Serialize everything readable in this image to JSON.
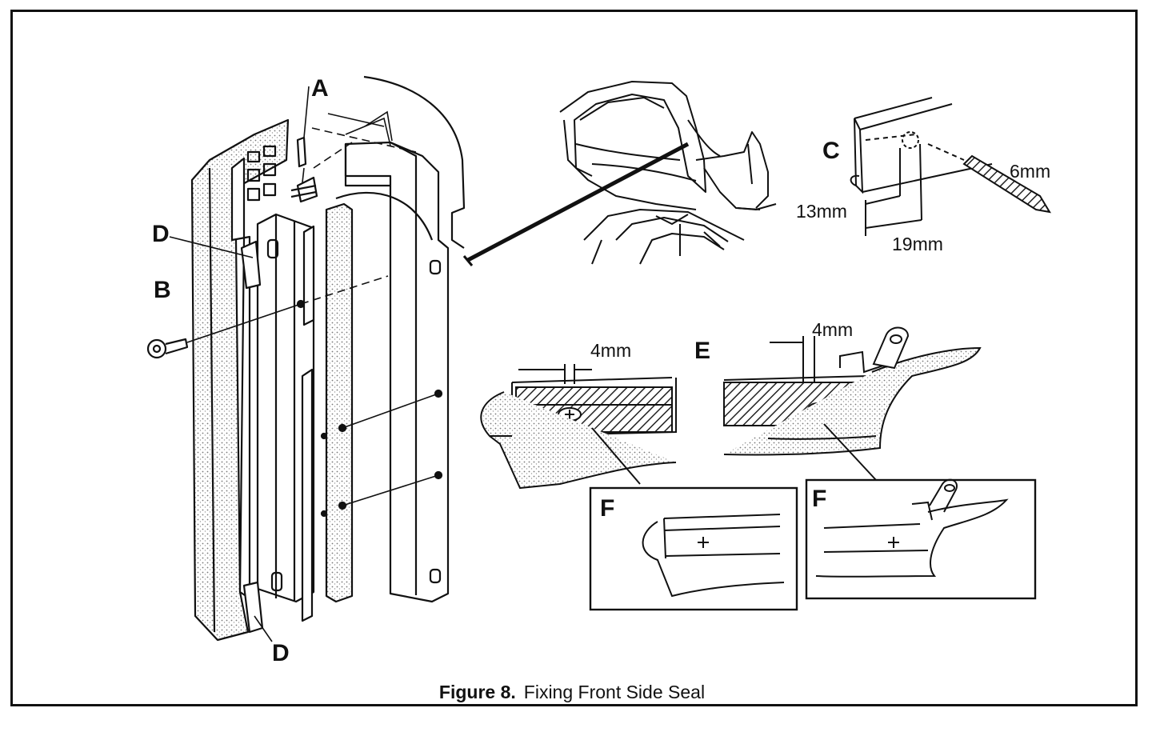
{
  "colors": {
    "ink": "#111111",
    "stipple": "#8a8a8a",
    "paper": "#ffffff"
  },
  "labels": {
    "A": "A",
    "B": "B",
    "C": "C",
    "D_top": "D",
    "D_bottom": "D",
    "E": "E",
    "F_left": "F",
    "F_right": "F"
  },
  "dimensions": {
    "drill": "6mm",
    "d13": "13mm",
    "d19": "19mm",
    "gap_left": "4mm",
    "gap_right": "4mm"
  },
  "caption": {
    "number": "Figure 8.",
    "title": "Fixing Front Side Seal"
  }
}
